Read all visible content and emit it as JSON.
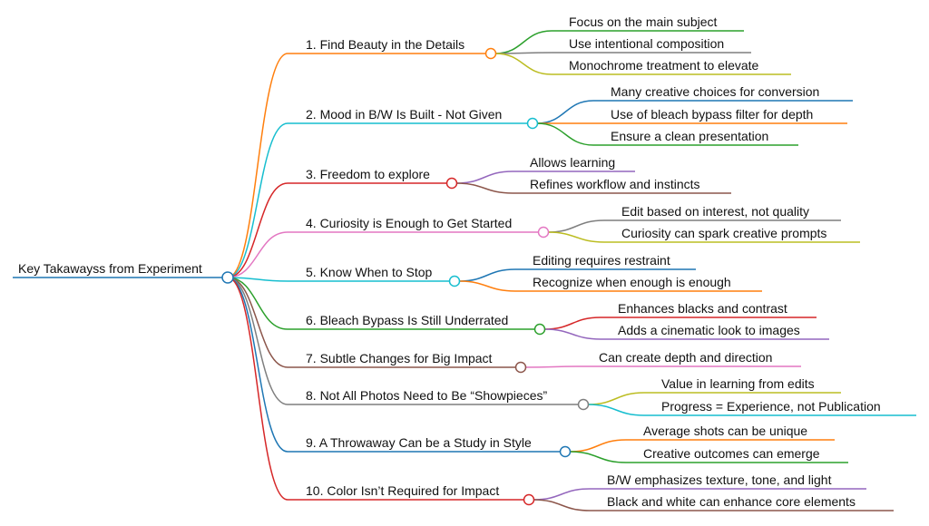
{
  "root": {
    "label": "Key Takawayss from Experiment",
    "color": "#1f77b4"
  },
  "branches": [
    {
      "label": "1. Find Beauty in the Details",
      "color": "#ff7f0e",
      "children": [
        {
          "label": "Focus on the main subject",
          "color": "#2ca02c"
        },
        {
          "label": "Use intentional composition",
          "color": "#7f7f7f"
        },
        {
          "label": "Monochrome treatment to elevate",
          "color": "#bcbd22"
        }
      ]
    },
    {
      "label": "2. Mood in B/W Is Built - Not Given",
      "color": "#17becf",
      "children": [
        {
          "label": "Many creative choices for conversion",
          "color": "#1f77b4"
        },
        {
          "label": "Use of bleach bypass filter for depth",
          "color": "#ff7f0e"
        },
        {
          "label": "Ensure a clean presentation",
          "color": "#2ca02c"
        }
      ]
    },
    {
      "label": "3. Freedom to explore",
      "color": "#d62728",
      "children": [
        {
          "label": "Allows learning",
          "color": "#9467bd"
        },
        {
          "label": "Refines workflow and instincts",
          "color": "#8c564b"
        }
      ]
    },
    {
      "label": "4. Curiosity is Enough to Get Started",
      "color": "#e377c2",
      "children": [
        {
          "label": "Edit based on interest, not quality",
          "color": "#7f7f7f"
        },
        {
          "label": "Curiosity can spark creative prompts",
          "color": "#bcbd22"
        }
      ]
    },
    {
      "label": "5. Know When to Stop",
      "color": "#17becf",
      "children": [
        {
          "label": "Editing requires restraint",
          "color": "#1f77b4"
        },
        {
          "label": "Recognize when enough is enough",
          "color": "#ff7f0e"
        }
      ]
    },
    {
      "label": "6. Bleach Bypass Is Still Underrated",
      "color": "#2ca02c",
      "children": [
        {
          "label": "Enhances blacks and contrast",
          "color": "#d62728"
        },
        {
          "label": "Adds a cinematic look to images",
          "color": "#9467bd"
        }
      ]
    },
    {
      "label": "7. Subtle Changes for Big Impact",
      "color": "#8c564b",
      "children": [
        {
          "label": "Can create depth and direction",
          "color": "#e377c2"
        }
      ]
    },
    {
      "label": "8. Not All Photos Need to Be “Showpieces”",
      "color": "#7f7f7f",
      "children": [
        {
          "label": "Value in learning from edits",
          "color": "#bcbd22"
        },
        {
          "label": "Progress = Experience, not Publication",
          "color": "#17becf"
        }
      ]
    },
    {
      "label": "9. A Throwaway Can be a Study in Style",
      "color": "#1f77b4",
      "children": [
        {
          "label": "Average shots can be unique",
          "color": "#ff7f0e"
        },
        {
          "label": "Creative outcomes can emerge",
          "color": "#2ca02c"
        }
      ]
    },
    {
      "label": "10. Color Isn’t Required for Impact",
      "color": "#d62728",
      "children": [
        {
          "label": "B/W emphasizes texture, tone, and light",
          "color": "#9467bd"
        },
        {
          "label": "Black and white can enhance core elements",
          "color": "#8c564b"
        }
      ]
    }
  ]
}
